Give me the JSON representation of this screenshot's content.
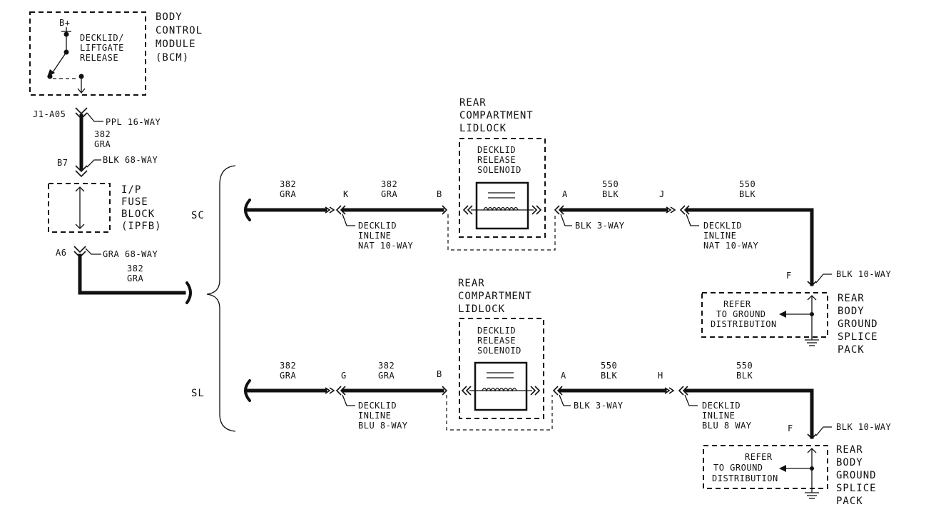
{
  "bcm": {
    "title": [
      "BODY",
      "CONTROL",
      "MODULE",
      "(BCM)"
    ],
    "supply": "B+",
    "switch_label": [
      "DECKLID/",
      "LIFTGATE",
      "RELEASE"
    ]
  },
  "left": {
    "pin_j1": "J1-A05",
    "conn_ppl": "PPL 16-WAY",
    "wire1": [
      "382",
      "GRA"
    ],
    "pin_b7": "B7",
    "conn_blk68": "BLK 68-WAY",
    "fuse_block": [
      "I/P",
      "FUSE",
      "BLOCK",
      "(IPFB)"
    ],
    "pin_a6": "A6",
    "conn_gra68": "GRA 68-WAY",
    "wire2": [
      "382",
      "GRA"
    ]
  },
  "options": {
    "sc": "SC",
    "sl": "SL"
  },
  "sc": {
    "wire_a": [
      "382",
      "GRA"
    ],
    "pin_k": "K",
    "wire_b": [
      "382",
      "GRA"
    ],
    "pin_b": "B",
    "inline1": [
      "DECKLID",
      "INLINE",
      "NAT 10-WAY"
    ],
    "lidlock": [
      "REAR",
      "COMPARTMENT",
      "LIDLOCK"
    ],
    "solenoid": [
      "DECKLID",
      "RELEASE",
      "SOLENOID"
    ],
    "pin_a": "A",
    "conn_blk3": "BLK 3-WAY",
    "wire_c": [
      "550",
      "BLK"
    ],
    "pin_j": "J",
    "inline2": [
      "DECKLID",
      "INLINE",
      "NAT 10-WAY"
    ],
    "wire_d": [
      "550",
      "BLK"
    ],
    "pin_f": "F",
    "conn_blk10": "BLK 10-WAY",
    "refer": [
      "REFER",
      "TO GROUND",
      "DISTRIBUTION"
    ],
    "splice": [
      "REAR",
      "BODY",
      "GROUND",
      "SPLICE",
      "PACK"
    ]
  },
  "sl": {
    "wire_a": [
      "382",
      "GRA"
    ],
    "pin_g": "G",
    "wire_b": [
      "382",
      "GRA"
    ],
    "pin_b": "B",
    "inline1": [
      "DECKLID",
      "INLINE",
      "BLU 8-WAY"
    ],
    "lidlock": [
      "REAR",
      "COMPARTMENT",
      "LIDLOCK"
    ],
    "solenoid": [
      "DECKLID",
      "RELEASE",
      "SOLENOID"
    ],
    "pin_a": "A",
    "conn_blk3": "BLK 3-WAY",
    "wire_c": [
      "550",
      "BLK"
    ],
    "pin_h": "H",
    "inline2": [
      "DECKLID",
      "INLINE",
      "BLU 8 WAY"
    ],
    "wire_d": [
      "550",
      "BLK"
    ],
    "pin_f": "F",
    "conn_blk10": "BLK 10-WAY",
    "refer": [
      "REFER",
      "TO GROUND",
      "DISTRIBUTION"
    ],
    "splice": [
      "REAR",
      "BODY",
      "GROUND",
      "SPLICE",
      "PACK"
    ]
  }
}
